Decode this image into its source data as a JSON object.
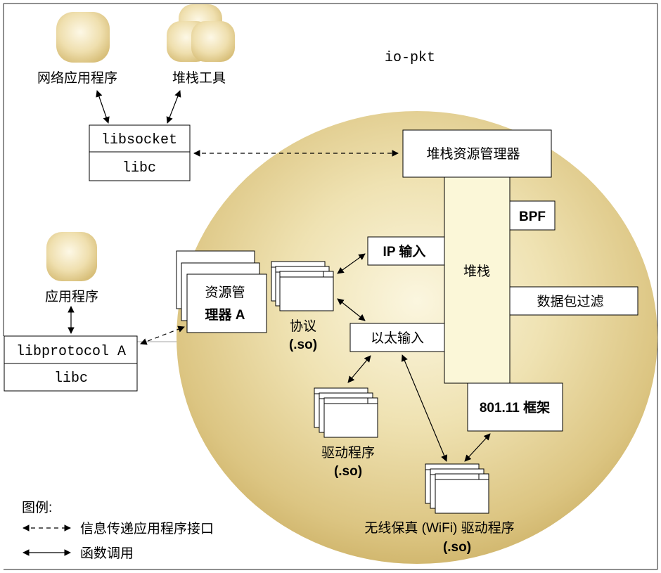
{
  "title": "io-pkt",
  "apps": {
    "network_app": "网络应用程序",
    "stack_tools": "堆栈工具",
    "app_program": "应用程序"
  },
  "libs": {
    "libsocket": "libsocket",
    "libc_top": "libc",
    "libprotocol": "libprotocol A",
    "libc_bottom": "libc"
  },
  "stack": {
    "resource_manager": "堆栈资源管理器",
    "stack_label": "堆栈",
    "bpf": "BPF",
    "packet_filter": "数据包过滤",
    "ip_input": "IP 输入",
    "ether_input": "以太输入",
    "frame_80211": "801.11 框架"
  },
  "modules": {
    "resmgr_line1": "资源管",
    "resmgr_line2": "理器 A",
    "protocol_line1": "协议",
    "protocol_line2": "(.so)",
    "driver_line1": "驱动程序",
    "driver_line2": "(.so)",
    "wifi_line1": "无线保真 (WiFi) 驱动程序",
    "wifi_line2": "(.so)"
  },
  "legend": {
    "title": "图例:",
    "ipc": "信息传递应用程序接口",
    "call": "函数调用"
  }
}
